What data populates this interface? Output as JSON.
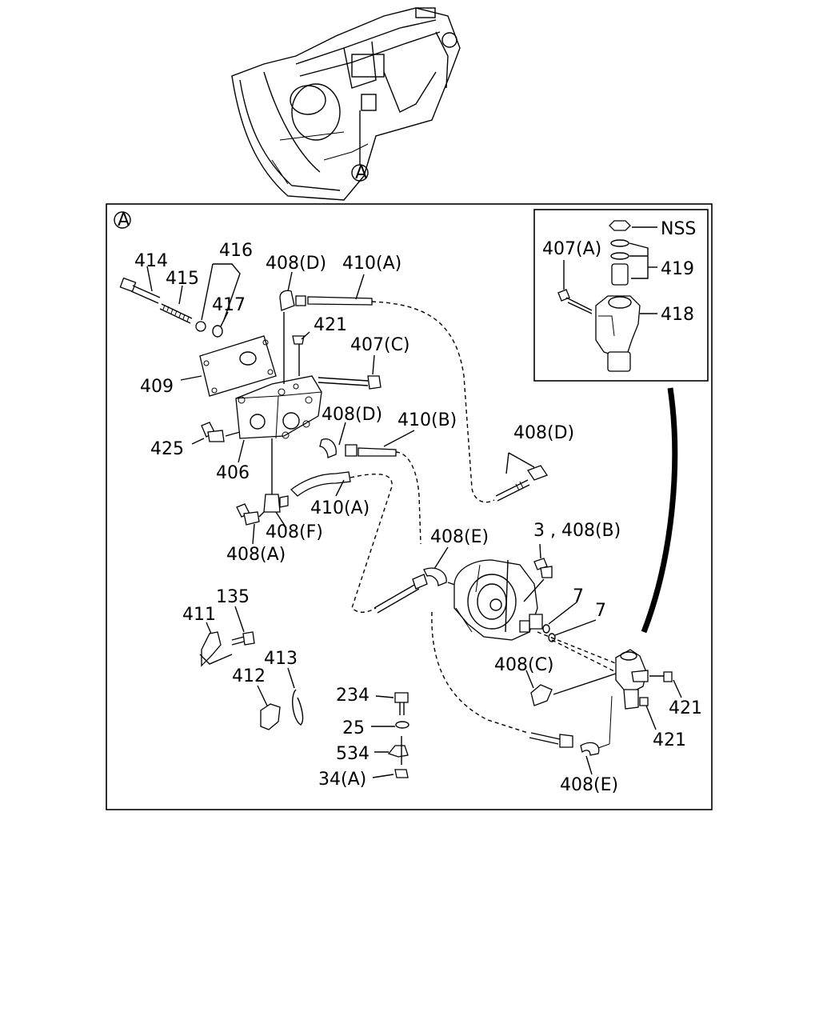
{
  "view_marker": "A",
  "inset": {
    "labels": {
      "nss": "NSS",
      "p407a": "407(A)",
      "p419": "419",
      "p418": "418"
    }
  },
  "labels": {
    "p414": "414",
    "p416": "416",
    "p415": "415",
    "p417": "417",
    "p408d_top": "408(D)",
    "p410a_top": "410(A)",
    "p421_top": "421",
    "p407c": "407(C)",
    "p409": "409",
    "p408d_mid": "408(D)",
    "p410b": "410(B)",
    "p408d_right": "408(D)",
    "p425": "425",
    "p406": "406",
    "p410a_mid": "410(A)",
    "p408f": "408(F)",
    "p408a": "408(A)",
    "p408e_mid": "408(E)",
    "p3_408b": "3 , 408(B)",
    "p7a": "7",
    "p7b": "7",
    "p408c": "408(C)",
    "p421_r1": "421",
    "p421_r2": "421",
    "p408e_bot": "408(E)",
    "p135": "135",
    "p411": "411",
    "p413": "413",
    "p412": "412",
    "p234": "234",
    "p25": "25",
    "p534": "534",
    "p34a": "34(A)"
  }
}
